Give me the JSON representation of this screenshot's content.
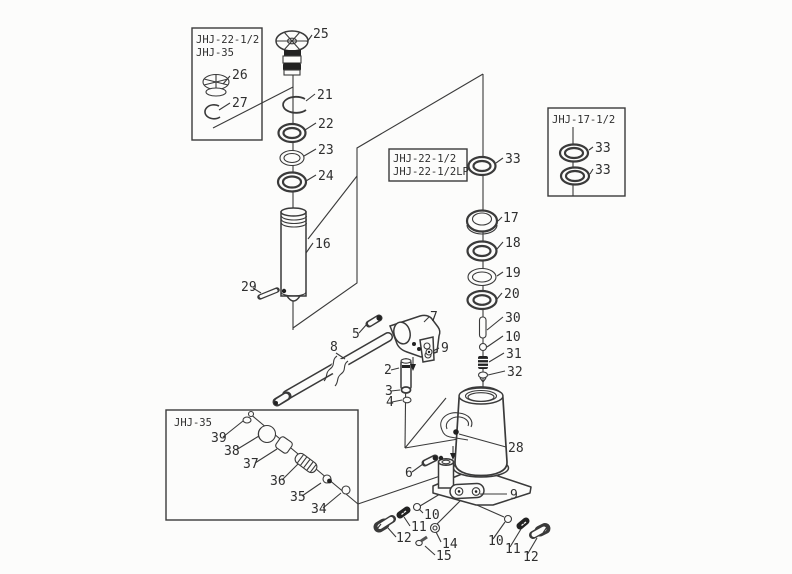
{
  "diagram": {
    "type": "exploded parts diagram",
    "subject": "hydraulic bottle jack",
    "callout_boxes": {
      "top_left": {
        "models": [
          "JHJ-22-1/2",
          "JHJ-35"
        ],
        "parts": [
          "26",
          "27"
        ]
      },
      "middle": {
        "models": [
          "JHJ-22-1/2",
          "JHJ-22-1/2LP"
        ],
        "parts": [
          "33"
        ]
      },
      "right": {
        "models": [
          "JHJ-17-1/2"
        ],
        "parts": [
          "33",
          "33"
        ]
      },
      "bottom_left": {
        "models": [
          "JHJ-35"
        ],
        "parts": [
          "39",
          "38",
          "37",
          "36",
          "35",
          "34"
        ]
      }
    },
    "part_numbers_visible": [
      "2",
      "3",
      "4",
      "5",
      "6",
      "7",
      "8",
      "9",
      "10",
      "11",
      "12",
      "14",
      "15",
      "16",
      "17",
      "18",
      "19",
      "20",
      "21",
      "22",
      "23",
      "24",
      "25",
      "26",
      "27",
      "28",
      "29",
      "30",
      "31",
      "32",
      "33",
      "34",
      "35",
      "36",
      "37",
      "38",
      "39"
    ],
    "colors": {
      "ink": "#2f2f2f",
      "background": "#fcfcfb"
    }
  },
  "box_texts": {
    "top_left_line1": "JHJ-22-1/2",
    "top_left_line2": "JHJ-35",
    "middle_line1": "JHJ-22-1/2",
    "middle_line2": "JHJ-22-1/2LP",
    "right_line1": "JHJ-17-1/2",
    "bottom_left_line1": "JHJ-35"
  },
  "labels": [
    "25",
    "26",
    "27",
    "21",
    "22",
    "23",
    "24",
    "16",
    "29",
    "33",
    "33",
    "33",
    "17",
    "18",
    "19",
    "20",
    "30",
    "10",
    "31",
    "32",
    "5",
    "7",
    "9",
    "8",
    "2",
    "3",
    "4",
    "28",
    "6",
    "9",
    "10",
    "11",
    "12",
    "14",
    "15",
    "10",
    "11",
    "12",
    "39",
    "38",
    "37",
    "36",
    "35",
    "34"
  ]
}
